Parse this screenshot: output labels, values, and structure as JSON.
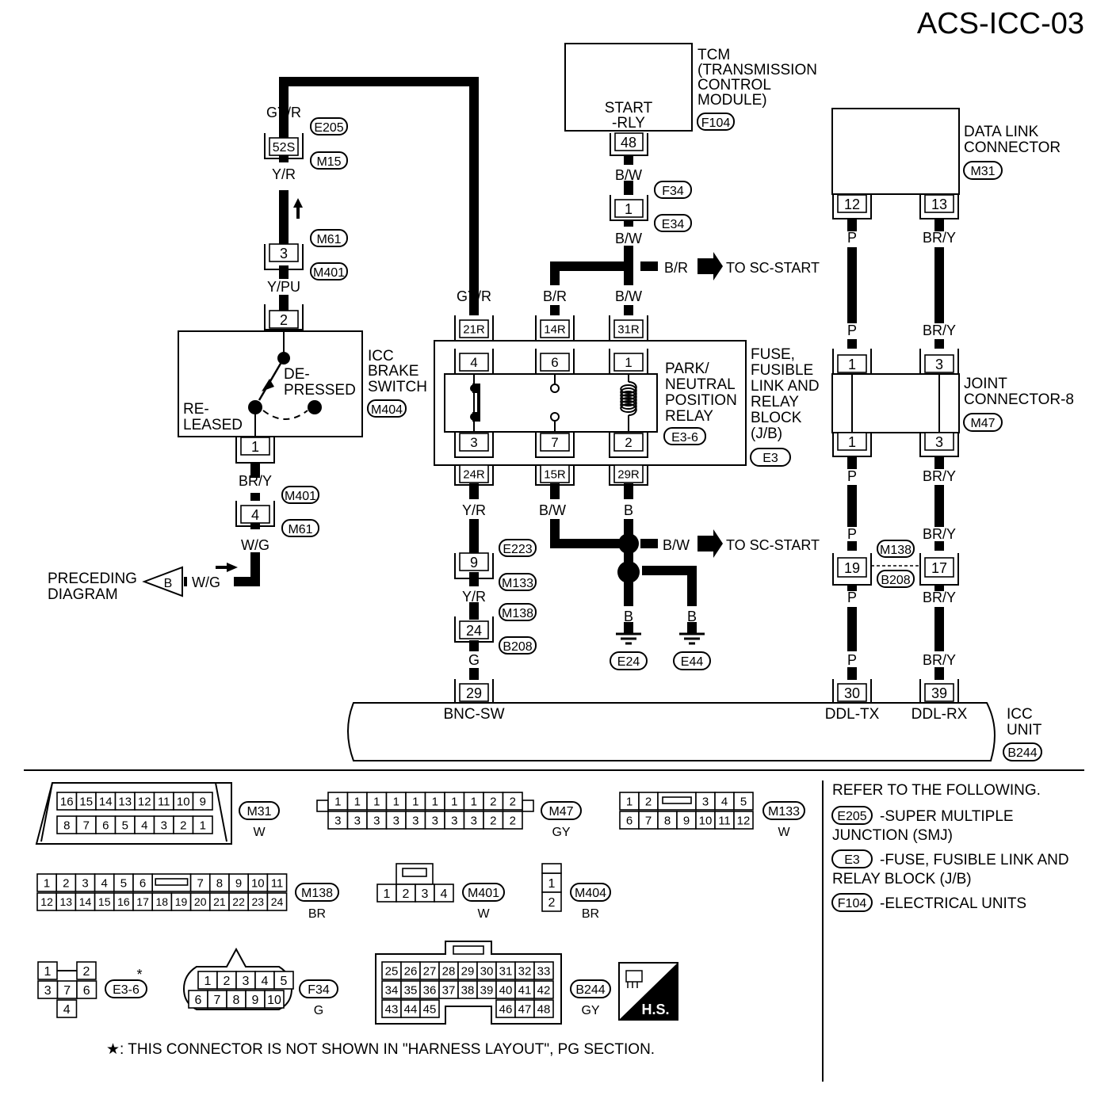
{
  "title": "ACS-ICC-03",
  "tcm": {
    "label_lines": [
      "TCM",
      "(TRANSMISSION",
      " CONTROL",
      " MODULE)"
    ],
    "pin_label_lines": [
      "START",
      "-RLY"
    ],
    "pin": "48",
    "connector_id": "F104"
  },
  "dlc": {
    "label_lines": [
      "DATA LINK",
      "CONNECTOR"
    ],
    "connector_id": "M31",
    "pins": [
      "12",
      "13"
    ]
  },
  "brake_switch": {
    "label_lines": [
      "ICC",
      "BRAKE",
      "SWITCH"
    ],
    "connector_id": "M404",
    "depressed_lines": [
      "DE-",
      "PRESSED"
    ],
    "released_lines": [
      "RE-",
      "LEASED"
    ],
    "pin_top": "2",
    "pin_bottom": "1"
  },
  "left_branch": {
    "wire_top": "GY/R",
    "conn_52s": {
      "pin": "52S",
      "ids": [
        "E205",
        "M15"
      ]
    },
    "wire_yr": "Y/R",
    "conn_3": {
      "pin": "3",
      "ids": [
        "M61",
        "M401"
      ]
    },
    "wire_ypu": "Y/PU",
    "wire_bry": "BR/Y",
    "conn_4": {
      "pin": "4",
      "ids": [
        "M401",
        "M61"
      ]
    },
    "wire_wg": "W/G",
    "wire_wg2": "W/G",
    "preceding_lines": [
      "PRECEDING",
      "DIAGRAM"
    ],
    "preceding_marker": "B"
  },
  "relay": {
    "label_lines": [
      "PARK/",
      "NEUTRAL",
      "POSITION",
      "RELAY"
    ],
    "relay_id": "E3-6",
    "block_lines": [
      "FUSE,",
      "FUSIBLE",
      "LINK AND",
      "RELAY",
      "BLOCK",
      "(J/B)"
    ],
    "block_id": "E3",
    "top_jb_pins": [
      "21R",
      "14R",
      "31R"
    ],
    "top_relay_pins": [
      "4",
      "6",
      "1"
    ],
    "bottom_relay_pins": [
      "3",
      "7",
      "2"
    ],
    "bottom_jb_pins": [
      "24R",
      "15R",
      "29R"
    ],
    "wire_top": [
      "GY/R",
      "B/R",
      "B/W"
    ],
    "wire_bottom": [
      "Y/R",
      "B/W",
      "B"
    ]
  },
  "start_branch": {
    "wire_bw1": "B/W",
    "conn_1": {
      "pin": "1",
      "ids": [
        "F34",
        "E34"
      ]
    },
    "wire_bw2": "B/W",
    "to_sc_start_1": {
      "wire": "B/R",
      "text": "TO SC-START"
    },
    "to_sc_start_2": {
      "wire": "B/W",
      "text": "TO SC-START"
    }
  },
  "ground": {
    "wire_left": "B",
    "wire_right": "B",
    "left_id": "E24",
    "right_id": "E44"
  },
  "bnc_branch": {
    "conn_9": {
      "pin": "9",
      "ids": [
        "E223",
        "M133"
      ]
    },
    "wire_yr": "Y/R",
    "conn_24": {
      "pin": "24",
      "ids": [
        "M138",
        "B208"
      ]
    },
    "wire_g": "G",
    "pin": "29"
  },
  "joint": {
    "label_lines": [
      "JOINT",
      "CONNECTOR-8"
    ],
    "connector_id": "M47",
    "top_pins": [
      "1",
      "3"
    ],
    "bottom_pins": [
      "1",
      "3"
    ],
    "wire_p": "P",
    "wire_bry": "BR/Y",
    "conn_19": "19",
    "conn_17": "17",
    "conn_ids": [
      "M138",
      "B208"
    ],
    "pins": [
      "30",
      "39"
    ]
  },
  "icc_unit": {
    "label_lines": [
      "ICC",
      "UNIT"
    ],
    "connector_id": "B244",
    "pin_labels": [
      "BNC-SW",
      "DDL-TX",
      "DDL-RX"
    ]
  },
  "connectors": {
    "m31": {
      "id": "M31",
      "color": "W",
      "row1": [
        "16",
        "15",
        "14",
        "13",
        "12",
        "11",
        "10",
        "9"
      ],
      "row2": [
        "8",
        "7",
        "6",
        "5",
        "4",
        "3",
        "2",
        "1"
      ]
    },
    "m47": {
      "id": "M47",
      "color": "GY",
      "row1": [
        "1",
        "1",
        "1",
        "1",
        "1",
        "1",
        "1",
        "1",
        "2",
        "2"
      ],
      "row2": [
        "3",
        "3",
        "3",
        "3",
        "3",
        "3",
        "3",
        "3",
        "2",
        "2"
      ]
    },
    "m133": {
      "id": "M133",
      "color": "W",
      "row1": [
        "1",
        "2",
        "",
        "3",
        "4",
        "5"
      ],
      "row2": [
        "6",
        "7",
        "8",
        "9",
        "10",
        "11",
        "12"
      ]
    },
    "m138": {
      "id": "M138",
      "color": "BR",
      "row1": [
        "1",
        "2",
        "3",
        "4",
        "5",
        "6",
        "",
        "7",
        "8",
        "9",
        "10",
        "11"
      ],
      "row2": [
        "12",
        "13",
        "14",
        "15",
        "16",
        "17",
        "18",
        "19",
        "20",
        "21",
        "22",
        "23",
        "24"
      ]
    },
    "m401": {
      "id": "M401",
      "color": "W",
      "row1": [
        "1",
        "2",
        "3",
        "4"
      ]
    },
    "m404": {
      "id": "M404",
      "color": "BR",
      "row1": [
        "1",
        "2"
      ]
    },
    "e36": {
      "id": "E3-6",
      "star": "*",
      "row1": [
        "1",
        "2"
      ],
      "row2": [
        "3",
        "7",
        "6"
      ],
      "row3": [
        "4"
      ]
    },
    "f34": {
      "id": "F34",
      "color": "G",
      "row1": [
        "1",
        "2",
        "3",
        "4",
        "5"
      ],
      "row2": [
        "6",
        "7",
        "8",
        "9",
        "10"
      ]
    },
    "b244": {
      "id": "B244",
      "color": "GY",
      "row1": [
        "25",
        "26",
        "27",
        "28",
        "29",
        "30",
        "31",
        "32",
        "33"
      ],
      "row2": [
        "34",
        "35",
        "36",
        "37",
        "38",
        "39",
        "40",
        "41",
        "42"
      ],
      "row3": [
        "43",
        "44",
        "45",
        "46",
        "47",
        "48"
      ]
    },
    "hs_label": "H.S."
  },
  "refer": {
    "heading": "REFER TO THE FOLLOWING.",
    "items": [
      {
        "id": "E205",
        "text": "-SUPER MULTIPLE",
        "text2": "JUNCTION (SMJ)"
      },
      {
        "id": "E3",
        "text": "-FUSE, FUSIBLE LINK AND",
        "text2": "RELAY BLOCK (J/B)"
      },
      {
        "id": "F104",
        "text": "-ELECTRICAL UNITS",
        "text2": ""
      }
    ]
  },
  "footnote": "★: THIS CONNECTOR IS NOT SHOWN IN \"HARNESS LAYOUT\", PG SECTION."
}
